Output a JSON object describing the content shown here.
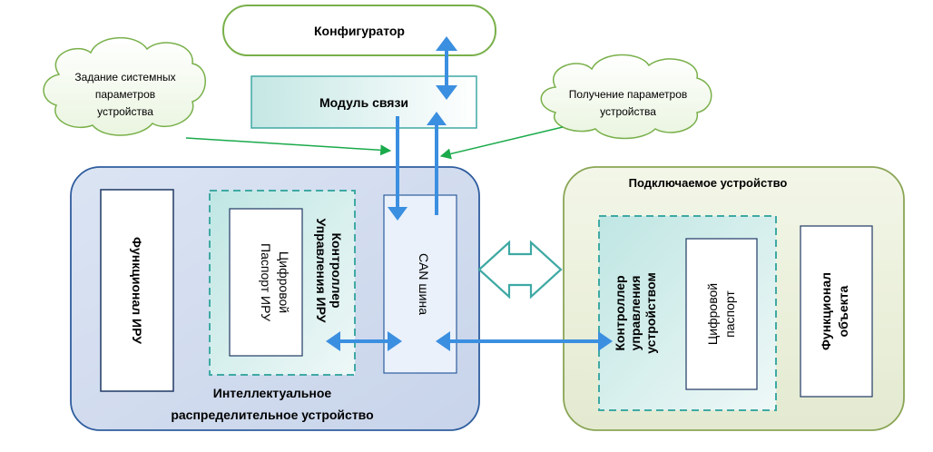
{
  "configurator": "Конфигуратор",
  "comm_module": "Модуль связи",
  "cloud_left": [
    "Задание системных",
    "параметров",
    "устройства"
  ],
  "cloud_right": [
    "Получение параметров",
    "устройства"
  ],
  "iru": {
    "caption": [
      "Интеллектуальное",
      "распределительное устройство"
    ],
    "functional": "Функционал ИРУ",
    "controller": [
      "Контроллер",
      "Управления ИРУ"
    ],
    "digital_passport": [
      "Цифровой",
      "Паспорт ИРУ"
    ],
    "can_bus": "CAN шина"
  },
  "device": {
    "title": "Подключаемое устройство",
    "controller": [
      "Контроллер",
      "управления",
      "устройством"
    ],
    "digital_passport": [
      "Цифровой",
      "паспорт"
    ],
    "functional": [
      "Функционал",
      "объекта"
    ]
  }
}
